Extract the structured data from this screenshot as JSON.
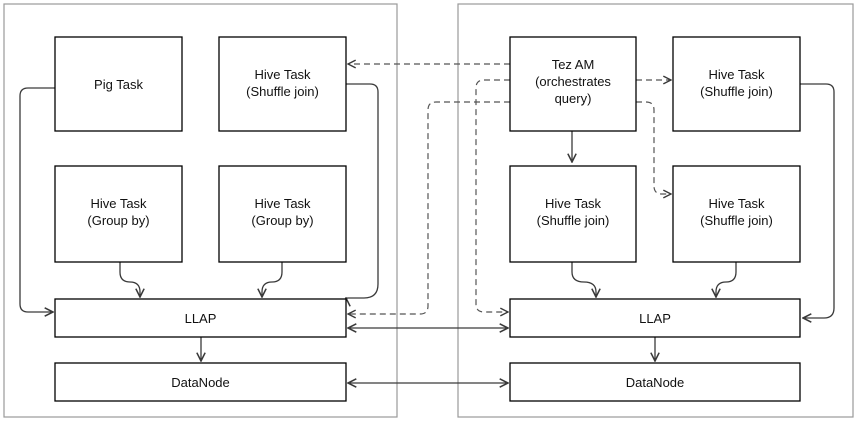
{
  "nodes": {
    "pig_task": [
      "Pig Task"
    ],
    "hive_shuffle_left": [
      "Hive Task",
      "(Shuffle join)"
    ],
    "hive_groupby_1": [
      "Hive Task",
      "(Group by)"
    ],
    "hive_groupby_2": [
      "Hive Task",
      "(Group by)"
    ],
    "llap_left": [
      "LLAP"
    ],
    "datanode_left": [
      "DataNode"
    ],
    "tez_am": [
      "Tez AM",
      "(orchestrates",
      "query)"
    ],
    "hive_shuffle_r1": [
      "Hive Task",
      "(Shuffle join)"
    ],
    "hive_shuffle_r2": [
      "Hive Task",
      "(Shuffle join)"
    ],
    "hive_shuffle_r3": [
      "Hive Task",
      "(Shuffle join)"
    ],
    "llap_right": [
      "LLAP"
    ],
    "datanode_right": [
      "DataNode"
    ]
  },
  "colors": {
    "box_stroke": "#000000",
    "cluster_stroke": "#9a9a9a",
    "edge": "#3a3a3a",
    "background": "#ffffff"
  }
}
